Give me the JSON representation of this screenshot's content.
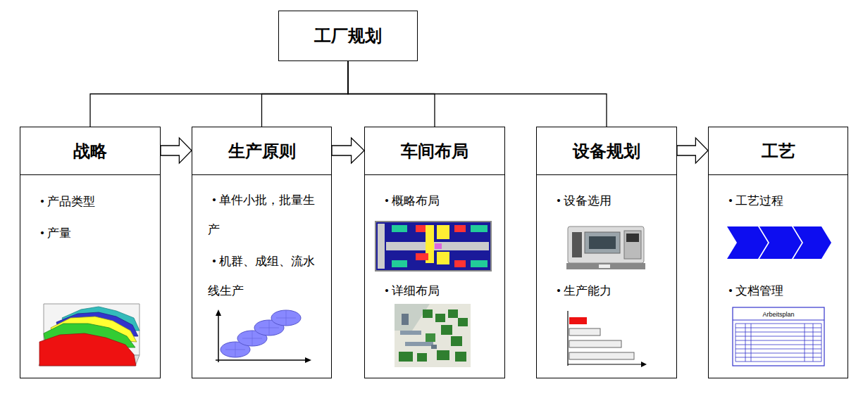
{
  "diagram": {
    "nodes": [
      {
        "text": [
          "工厂规划"
        ]
      },
      {
        "text": [
          "战略",
          "• 产品类型",
          "• 产量"
        ]
      },
      {
        "text": [
          "生产原则",
          "• 单件小批，批量生产",
          "• 机群、成组、流水线生产"
        ]
      },
      {
        "text": [
          "车间布局",
          "• 概略布局",
          "• 详细布局"
        ]
      },
      {
        "text": [
          "设备规划",
          "• 设备选用",
          "• 生产能力"
        ]
      },
      {
        "text": [
          "工艺",
          "• 工艺过程",
          "• 文档管理"
        ]
      }
    ],
    "edges": [
      {
        "from": 0,
        "to": 1,
        "arrow": "none"
      },
      {
        "from": 0,
        "to": 2,
        "arrow": "none"
      },
      {
        "from": 0,
        "to": 3,
        "arrow": "none"
      },
      {
        "from": 0,
        "to": 4,
        "arrow": "none"
      },
      {
        "from": 1,
        "to": 2,
        "arrow": "to"
      },
      {
        "from": 2,
        "to": 3,
        "arrow": "to"
      },
      {
        "from": 4,
        "to": 5,
        "arrow": "to"
      }
    ],
    "labels": [
      "Arbeitsplan"
    ]
  }
}
